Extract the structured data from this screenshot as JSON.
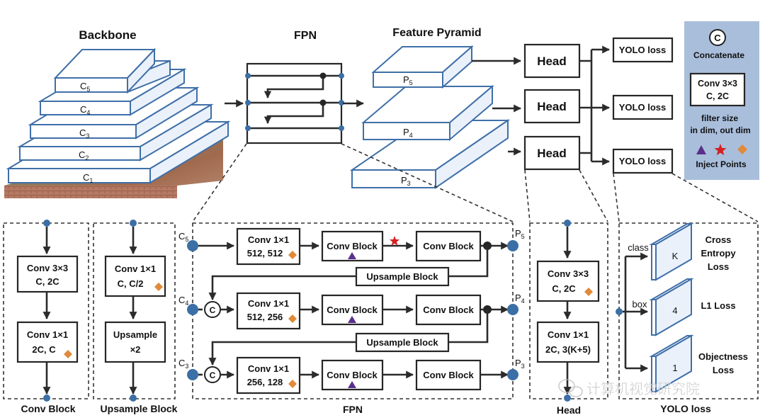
{
  "titles": {
    "backbone": "Backbone",
    "fpn": "FPN",
    "feature_pyramid": "Feature Pyramid"
  },
  "backbone_levels": [
    {
      "label": "C",
      "sub": "1"
    },
    {
      "label": "C",
      "sub": "2"
    },
    {
      "label": "C",
      "sub": "3"
    },
    {
      "label": "C",
      "sub": "4"
    },
    {
      "label": "C",
      "sub": "5"
    }
  ],
  "pyramid_levels": [
    {
      "label": "P",
      "sub": "3"
    },
    {
      "label": "P",
      "sub": "4"
    },
    {
      "label": "P",
      "sub": "5"
    }
  ],
  "head_label": "Head",
  "yolo_loss_label": "YOLO loss",
  "legend": {
    "concat_symbol": "C",
    "concat_label": "Concatenate",
    "conv_line1": "Conv 3×3",
    "conv_line2": "C, 2C",
    "filter_line1": "filter size",
    "filter_line2": "in dim, out dim",
    "inject_label": "Inject Points",
    "colors": {
      "bg": "#a9bedb",
      "triangle": "#5b2d8c",
      "star": "#d42020",
      "diamond": "#e08a3a"
    }
  },
  "conv_block": {
    "box1_line1": "Conv 3×3",
    "box1_line2": "C, 2C",
    "box2_line1": "Conv 1×1",
    "box2_line2": "2C, C",
    "caption": "Conv Block"
  },
  "upsample_block": {
    "box1_line1": "Conv 1×1",
    "box1_line2": "C, C/2",
    "box2_line1": "Upsample",
    "box2_line2": "×2",
    "caption": "Upsample Block"
  },
  "fpn_detail": {
    "inputs": [
      {
        "label": "C",
        "sub": "5"
      },
      {
        "label": "C",
        "sub": "4"
      },
      {
        "label": "C",
        "sub": "3"
      }
    ],
    "outputs": [
      {
        "label": "P",
        "sub": "5"
      },
      {
        "label": "P",
        "sub": "4"
      },
      {
        "label": "P",
        "sub": "3"
      }
    ],
    "rows": [
      {
        "conv_line1": "Conv 1×1",
        "conv_line2": "512, 512",
        "block_a": "Conv Block",
        "block_b": "Conv Block"
      },
      {
        "conv_line1": "Conv 1×1",
        "conv_line2": "512, 256",
        "block_a": "Conv Block",
        "block_b": "Conv Block"
      },
      {
        "conv_line1": "Conv 1×1",
        "conv_line2": "256, 128",
        "block_a": "Conv Block",
        "block_b": "Conv Block"
      }
    ],
    "upsample_label": "Upsample Block",
    "concat_symbol": "C",
    "caption": "FPN"
  },
  "head_detail": {
    "box1_line1": "Conv 3×3",
    "box1_line2": "C, 2C",
    "box2_line1": "Conv 1×1",
    "box2_line2": "2C, 3(K+5)",
    "caption": "Head"
  },
  "yolo_detail": {
    "branch_class": "class",
    "branch_box": "box",
    "cube_k": "K",
    "cube_4": "4",
    "cube_1": "1",
    "loss_ce_line1": "Cross",
    "loss_ce_line2": "Entropy",
    "loss_ce_line3": "Loss",
    "loss_l1": "L1 Loss",
    "loss_obj_line1": "Objectness",
    "loss_obj_line2": "Loss",
    "caption": "YOLO loss"
  },
  "watermark": "计算机视觉研究院"
}
